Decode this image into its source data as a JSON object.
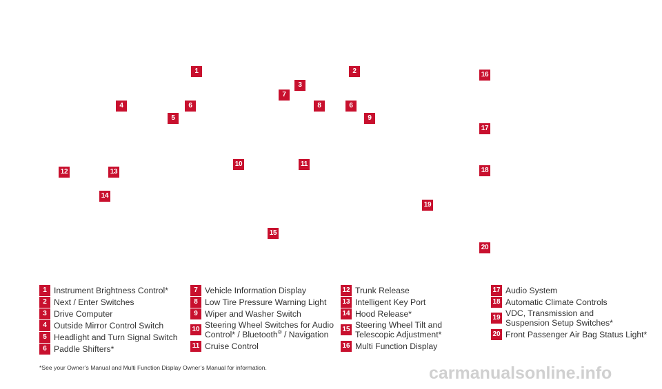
{
  "markers": [
    "1",
    "2",
    "3",
    "4",
    "5",
    "6",
    "6",
    "7",
    "8",
    "9",
    "10",
    "11",
    "12",
    "13",
    "14",
    "15",
    "16",
    "17",
    "18",
    "19",
    "20"
  ],
  "legend": {
    "col1": [
      {
        "num": "1",
        "label": "Instrument Brightness Control*"
      },
      {
        "num": "2",
        "label": "Next / Enter Switches"
      },
      {
        "num": "3",
        "label": "Drive Computer"
      },
      {
        "num": "4",
        "label": "Outside Mirror Control Switch"
      },
      {
        "num": "5",
        "label": "Headlight and Turn Signal Switch"
      },
      {
        "num": "6",
        "label": "Paddle Shifters*"
      }
    ],
    "col2": [
      {
        "num": "7",
        "label": "Vehicle Information Display"
      },
      {
        "num": "8",
        "label": "Low Tire Pressure Warning Light"
      },
      {
        "num": "9",
        "label": "Wiper and Washer Switch"
      },
      {
        "num": "10",
        "label_line1": "Steering Wheel Switches for Audio",
        "label_line2a": "Control* / Bluetooth",
        "label_sup": "®",
        "label_line2b": " / Navigation"
      },
      {
        "num": "11",
        "label": "Cruise Control"
      }
    ],
    "col3": [
      {
        "num": "12",
        "label": "Trunk Release"
      },
      {
        "num": "13",
        "label": "Intelligent Key Port"
      },
      {
        "num": "14",
        "label": "Hood Release*"
      },
      {
        "num": "15",
        "label_line1": "Steering Wheel Tilt and",
        "label_line2": "Telescopic Adjustment*"
      },
      {
        "num": "16",
        "label": "Multi Function Display"
      }
    ],
    "col4": [
      {
        "num": "17",
        "label": "Audio System"
      },
      {
        "num": "18",
        "label": "Automatic Climate Controls"
      },
      {
        "num": "19",
        "label_line1": "VDC, Transmission and",
        "label_line2": "Suspension Setup Switches*"
      },
      {
        "num": "20",
        "label": "Front Passenger Air Bag Status Light*"
      }
    ]
  },
  "footnote": "*See your Owner’s Manual and Multi Function Display Owner’s Manual for information.",
  "watermark": "carmanualsonline.info",
  "colors": {
    "marker": "#c8102e",
    "text": "#333333",
    "watermark": "#d0d0d0"
  }
}
